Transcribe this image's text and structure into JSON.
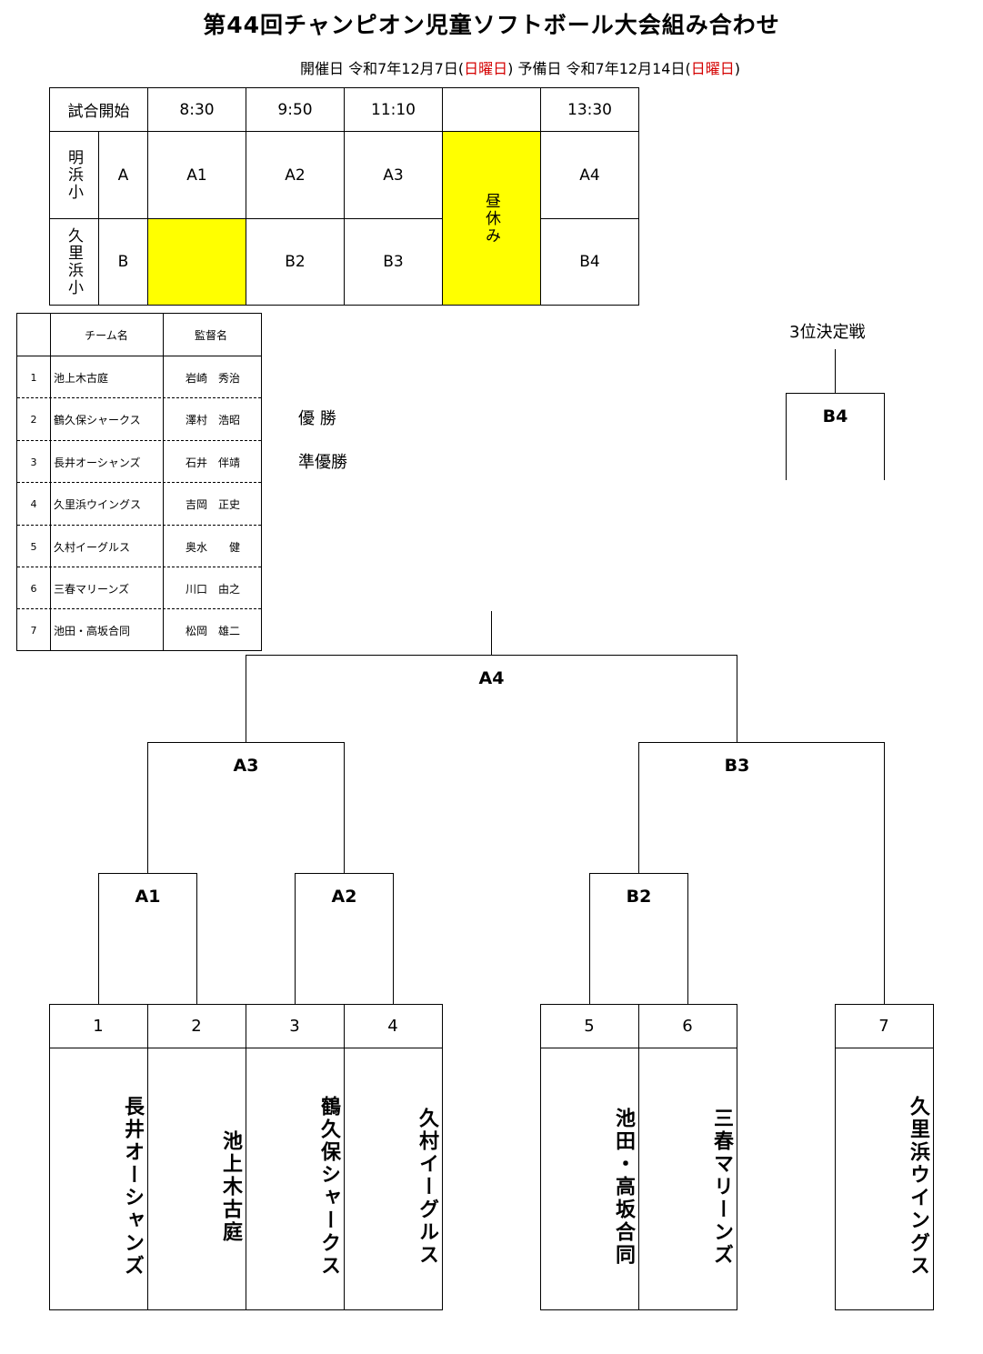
{
  "title": "第44回チャンピオン児童ソフトボール大会組み合わせ",
  "dates": {
    "event_label": "開催日",
    "event_date": "令和7年12月7日",
    "event_day": "日曜日",
    "reserve_label": "予備日",
    "reserve_date": "令和7年12月14日",
    "reserve_day": "日曜日"
  },
  "schedule": {
    "header_label": "試合開始",
    "times": [
      "8:30",
      "9:50",
      "11:10",
      "",
      "13:30"
    ],
    "courts": [
      {
        "venue": "明浜小",
        "code": "A",
        "games": [
          "A1",
          "A2",
          "A3",
          "A4"
        ]
      },
      {
        "venue": "久里浜小",
        "code": "B",
        "games": [
          "",
          "B2",
          "B3",
          "B4"
        ]
      }
    ],
    "lunch_label": "昼休み"
  },
  "roster": {
    "col_team": "チーム名",
    "col_coach": "監督名",
    "teams": [
      {
        "no": "1",
        "name": "池上木古庭",
        "coach": "岩崎　秀治"
      },
      {
        "no": "2",
        "name": "鶴久保シャークス",
        "coach": "澤村　浩昭"
      },
      {
        "no": "3",
        "name": "長井オーシャンズ",
        "coach": "石井　伴靖"
      },
      {
        "no": "4",
        "name": "久里浜ウイングス",
        "coach": "吉岡　正史"
      },
      {
        "no": "5",
        "name": "久村イーグルス",
        "coach": "奥水　　健"
      },
      {
        "no": "6",
        "name": "三春マリーンズ",
        "coach": "川口　由之"
      },
      {
        "no": "7",
        "name": "池田・高坂合同",
        "coach": "松岡　雄二"
      }
    ]
  },
  "results": {
    "champion_label": "優 勝",
    "runnerup_label": "準優勝"
  },
  "third_place": {
    "label": "3位決定戦",
    "game": "B4"
  },
  "bracket": {
    "final": "A4",
    "semis": [
      "A3",
      "B3"
    ],
    "quarters": [
      "A1",
      "A2",
      "B2"
    ],
    "slots": [
      {
        "no": "1",
        "team": "長井オーシャンズ"
      },
      {
        "no": "2",
        "team": "池上木古庭"
      },
      {
        "no": "3",
        "team": "鶴久保シャークス"
      },
      {
        "no": "4",
        "team": "久村イーグルス"
      },
      {
        "no": "5",
        "team": "池田・高坂合同"
      },
      {
        "no": "6",
        "team": "三春マリーンズ"
      },
      {
        "no": "7",
        "team": "久里浜ウイングス"
      }
    ]
  }
}
